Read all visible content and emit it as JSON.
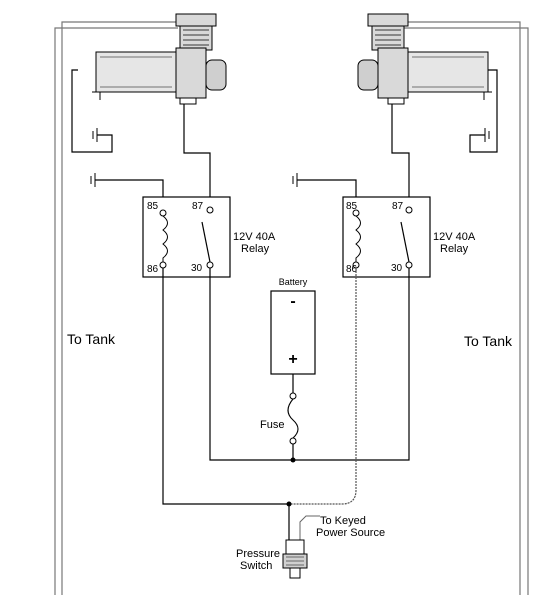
{
  "relay_left": {
    "pin_85": "85",
    "pin_86": "86",
    "pin_87": "87",
    "pin_30": "30",
    "rating": "12V  40A",
    "name": "Relay"
  },
  "relay_right": {
    "pin_85": "85",
    "pin_86": "86",
    "pin_87": "87",
    "pin_30": "30",
    "rating": "12V  40A",
    "name": "Relay"
  },
  "battery": {
    "label": "Battery",
    "negative": "-",
    "positive": "+"
  },
  "fuse": {
    "label": "Fuse"
  },
  "tank_left": {
    "label": "To Tank"
  },
  "tank_right": {
    "label": "To Tank"
  },
  "keyed_power": {
    "line1": "To Keyed",
    "line2": "Power Source"
  },
  "pressure_switch": {
    "line1": "Pressure",
    "line2": "Switch"
  },
  "colors": {
    "wire": "#000000",
    "air_line": "#777777",
    "compressor_fill": "#d9d9d9"
  }
}
